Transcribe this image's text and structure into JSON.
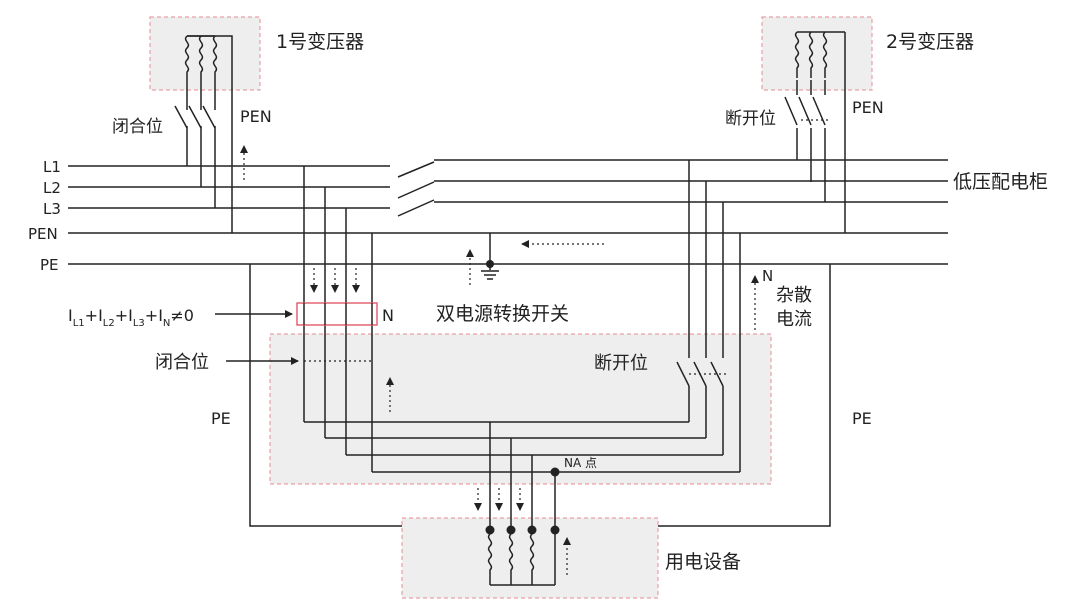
{
  "colors": {
    "line": "#222222",
    "box_fill": "#eeeeee",
    "box_border": "#e6a0a6",
    "ct_border": "#e05a6a"
  },
  "labels": {
    "transformer1": "1号变压器",
    "transformer2": "2号变压器",
    "pen_t1": "PEN",
    "pen_t2": "PEN",
    "closed_t1": "闭合位",
    "open_t2": "断开位",
    "bus_l1": "L1",
    "bus_l2": "L2",
    "bus_l3": "L3",
    "bus_pen": "PEN",
    "bus_pe": "PE",
    "panel": "低压配电柜",
    "stray_n": "N",
    "stray_current_1": "杂散",
    "stray_current_2": "电流",
    "ats": "双电源转换开关",
    "ct_n": "N",
    "ats_closed": "闭合位",
    "ats_open": "断开位",
    "pe_left": "PE",
    "pe_right": "PE",
    "na_point": "NA 点",
    "load": "用电设备"
  },
  "formula": {
    "i": "I",
    "s1": "L1",
    "s2": "L2",
    "s3": "L3",
    "sn": "N",
    "plus": "+",
    "rel": "≠0"
  }
}
